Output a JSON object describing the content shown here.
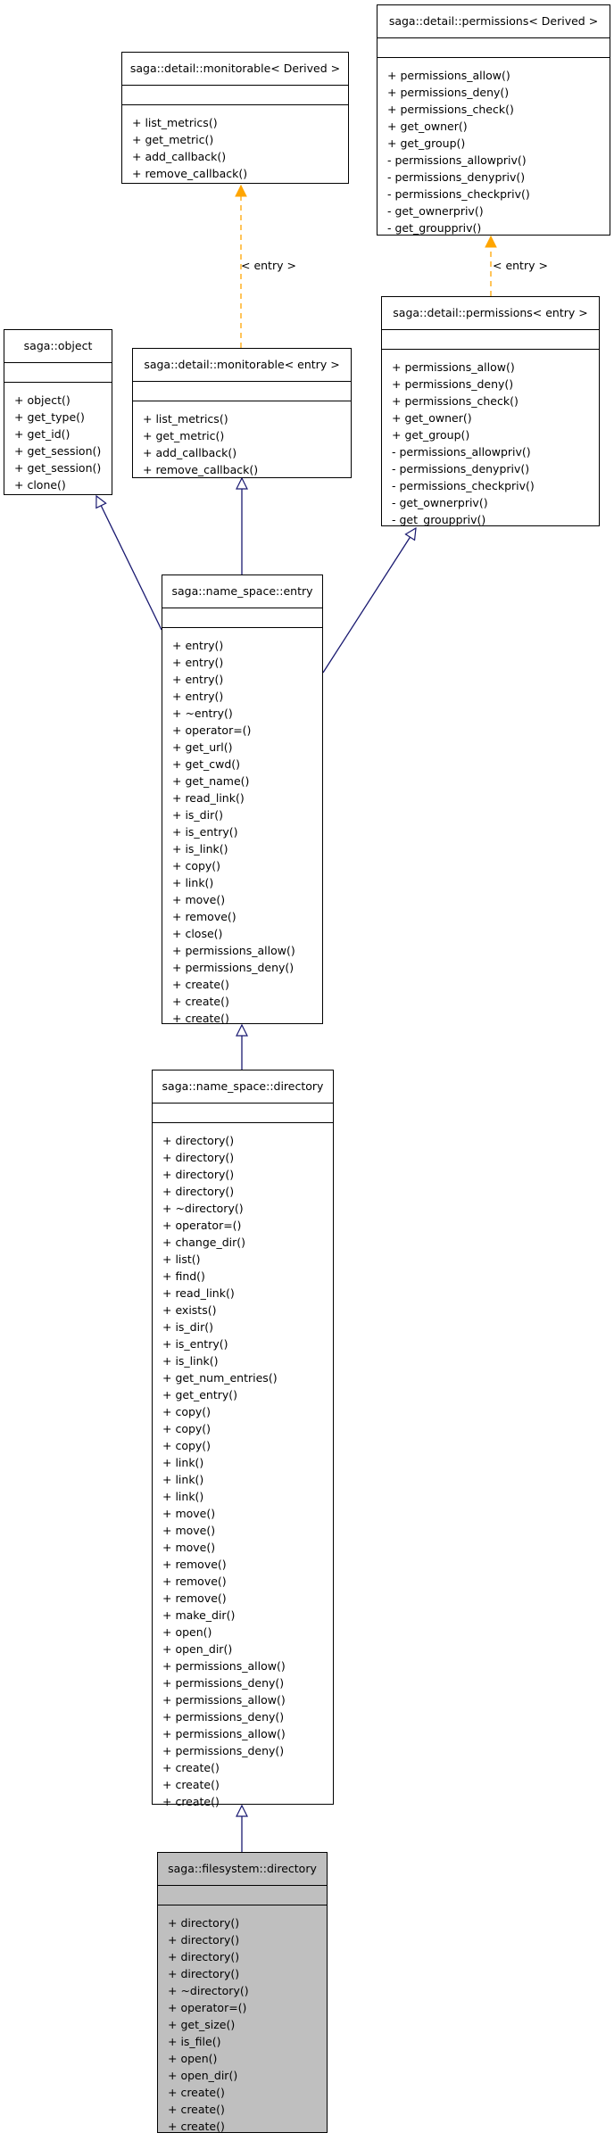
{
  "classes": {
    "permissions_derived": {
      "name": "saga::detail::permissions< Derived >",
      "methods": [
        "+ permissions_allow()",
        "+ permissions_deny()",
        "+ permissions_check()",
        "+ get_owner()",
        "+ get_group()",
        "- permissions_allowpriv()",
        "- permissions_denypriv()",
        "- permissions_checkpriv()",
        "- get_ownerpriv()",
        "- get_grouppriv()"
      ]
    },
    "monitorable_derived": {
      "name": "saga::detail::monitorable< Derived >",
      "methods": [
        "+ list_metrics()",
        "+ get_metric()",
        "+ add_callback()",
        "+ remove_callback()"
      ]
    },
    "object": {
      "name": "saga::object",
      "methods": [
        "+ object()",
        "+ get_type()",
        "+ get_id()",
        "+ get_session()",
        "+ get_session()",
        "+ clone()"
      ]
    },
    "monitorable_entry": {
      "name": "saga::detail::monitorable< entry >",
      "methods": [
        "+ list_metrics()",
        "+ get_metric()",
        "+ add_callback()",
        "+ remove_callback()"
      ]
    },
    "permissions_entry": {
      "name": "saga::detail::permissions< entry >",
      "methods": [
        "+ permissions_allow()",
        "+ permissions_deny()",
        "+ permissions_check()",
        "+ get_owner()",
        "+ get_group()",
        "- permissions_allowpriv()",
        "- permissions_denypriv()",
        "- permissions_checkpriv()",
        "- get_ownerpriv()",
        "- get_grouppriv()"
      ]
    },
    "entry": {
      "name": "saga::name_space::entry",
      "methods": [
        "+ entry()",
        "+ entry()",
        "+ entry()",
        "+ entry()",
        "+ ~entry()",
        "+ operator=()",
        "+ get_url()",
        "+ get_cwd()",
        "+ get_name()",
        "+ read_link()",
        "+ is_dir()",
        "+ is_entry()",
        "+ is_link()",
        "+ copy()",
        "+ link()",
        "+ move()",
        "+ remove()",
        "+ close()",
        "+ permissions_allow()",
        "+ permissions_deny()",
        "+ create()",
        "+ create()",
        "+ create()"
      ]
    },
    "ns_directory": {
      "name": "saga::name_space::directory",
      "methods": [
        "+ directory()",
        "+ directory()",
        "+ directory()",
        "+ directory()",
        "+ ~directory()",
        "+ operator=()",
        "+ change_dir()",
        "+ list()",
        "+ find()",
        "+ read_link()",
        "+ exists()",
        "+ is_dir()",
        "+ is_entry()",
        "+ is_link()",
        "+ get_num_entries()",
        "+ get_entry()",
        "+ copy()",
        "+ copy()",
        "+ copy()",
        "+ link()",
        "+ link()",
        "+ link()",
        "+ move()",
        "+ move()",
        "+ move()",
        "+ remove()",
        "+ remove()",
        "+ remove()",
        "+ make_dir()",
        "+ open()",
        "+ open_dir()",
        "+ permissions_allow()",
        "+ permissions_deny()",
        "+ permissions_allow()",
        "+ permissions_deny()",
        "+ permissions_allow()",
        "+ permissions_deny()",
        "+ create()",
        "+ create()",
        "+ create()"
      ]
    },
    "fs_directory": {
      "name": "saga::filesystem::directory",
      "methods": [
        "+ directory()",
        "+ directory()",
        "+ directory()",
        "+ directory()",
        "+ ~directory()",
        "+ operator=()",
        "+ get_size()",
        "+ is_file()",
        "+ open()",
        "+ open_dir()",
        "+ create()",
        "+ create()",
        "+ create()"
      ]
    }
  },
  "edge_labels": {
    "monitorable_template": "< entry >",
    "permissions_template": "< entry >"
  },
  "colors": {
    "inheritance": "#191970",
    "template": "#ffa500",
    "highlight": "#bfbfbf"
  }
}
